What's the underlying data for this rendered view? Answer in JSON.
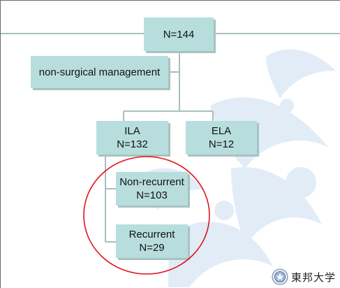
{
  "root": {
    "label": "N=144"
  },
  "side_node": {
    "label": "non-surgical management"
  },
  "branches": [
    {
      "line1": "ILA",
      "line2": "N=132"
    },
    {
      "line1": "ELA",
      "line2": "N=12"
    }
  ],
  "sub_branches": [
    {
      "line1": "Non-recurrent",
      "line2": "N=103"
    },
    {
      "line1": "Recurrent",
      "line2": "N=29"
    }
  ],
  "logo": {
    "text": "東邦大学",
    "icon": "university-seal-icon"
  },
  "colors": {
    "box_fill": "#b7dedd",
    "connector": "#a9bfbf",
    "circle": "#e0141a",
    "watermark": "#dde9f6"
  }
}
